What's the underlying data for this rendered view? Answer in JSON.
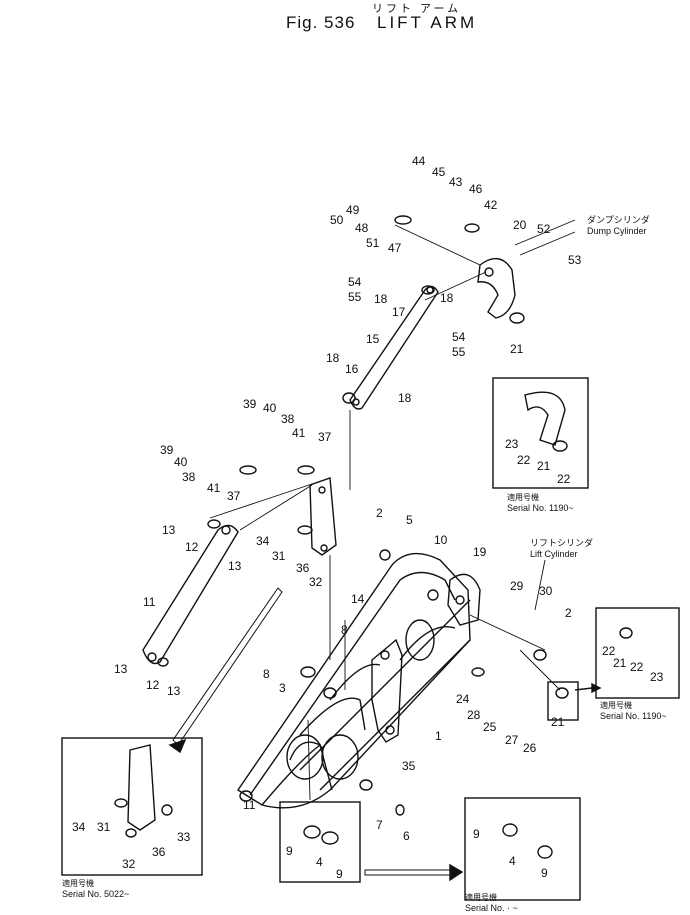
{
  "header": {
    "jp_title": "リフト アーム",
    "fig_label": "Fig. 536",
    "title": "LIFT  ARM"
  },
  "callouts": {
    "dump_cylinder_jp": "ダンプシリンダ",
    "dump_cylinder": "Dump Cylinder",
    "lift_cylinder_jp": "リフトシリンダ",
    "lift_cylinder": "Lift Cylinder"
  },
  "insets": {
    "applicable_jp": "適用号機",
    "serial_1190_a": "Serial No. 1190~",
    "serial_1190_b": "Serial No. 1190~",
    "serial_5022": "Serial No. 5022~",
    "serial_blank": "Serial No. · ~"
  },
  "part_numbers": [
    "44",
    "45",
    "43",
    "46",
    "42",
    "49",
    "50",
    "48",
    "51",
    "47",
    "20",
    "52",
    "53",
    "54",
    "55",
    "18",
    "17",
    "18",
    "54",
    "55",
    "21",
    "15",
    "18",
    "16",
    "18",
    "39",
    "40",
    "38",
    "41",
    "37",
    "39",
    "40",
    "38",
    "41",
    "37",
    "13",
    "12",
    "13",
    "34",
    "31",
    "36",
    "32",
    "11",
    "13",
    "12",
    "13",
    "2",
    "5",
    "10",
    "19",
    "14",
    "29",
    "30",
    "2",
    "22",
    "21",
    "22",
    "23",
    "8",
    "3",
    "8",
    "24",
    "28",
    "25",
    "27",
    "26",
    "1",
    "35",
    "21",
    "11",
    "7",
    "6",
    "9",
    "4",
    "9",
    "9",
    "4",
    "9",
    "23",
    "22",
    "21",
    "22",
    "34",
    "31",
    "32",
    "36",
    "33"
  ]
}
